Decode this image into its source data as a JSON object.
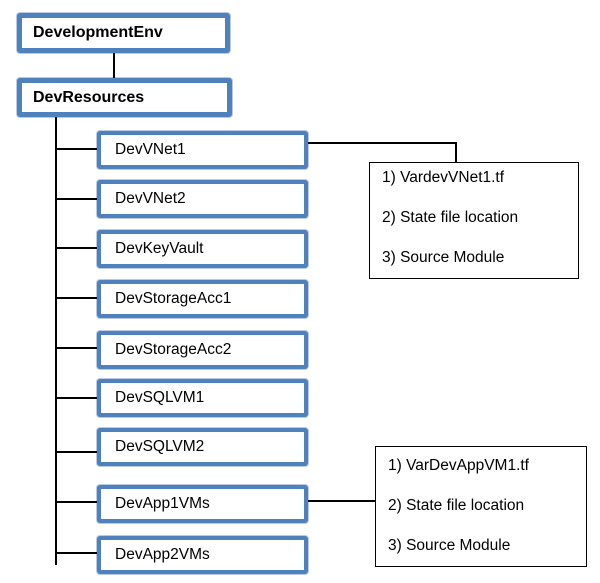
{
  "diagram": {
    "title_hint": "terraform-environment-hierarchy",
    "root": {
      "label": "DevelopmentEnv"
    },
    "group": {
      "label": "DevResources"
    },
    "children": [
      {
        "label": "DevVNet1"
      },
      {
        "label": "DevVNet2"
      },
      {
        "label": "DevKeyVault"
      },
      {
        "label": "DevStorageAcc1"
      },
      {
        "label": "DevStorageAcc2"
      },
      {
        "label": "DevSQLVM1"
      },
      {
        "label": "DevSQLVM2"
      },
      {
        "label": "DevApp1VMs"
      },
      {
        "label": "DevApp2VMs"
      }
    ],
    "annotations": [
      {
        "target": "DevVNet1",
        "lines": [
          "1) VardevVNet1.tf",
          "2) State file location",
          "3) Source Module"
        ]
      },
      {
        "target": "DevApp1VMs",
        "lines": [
          "1) VarDevAppVM1.tf",
          "2) State file location",
          "3) Source Module"
        ]
      }
    ],
    "colors": {
      "node_border": "#4f81bd",
      "annotation_border": "#000000",
      "connector": "#000000",
      "background": "#ffffff",
      "text": "#000000"
    }
  }
}
